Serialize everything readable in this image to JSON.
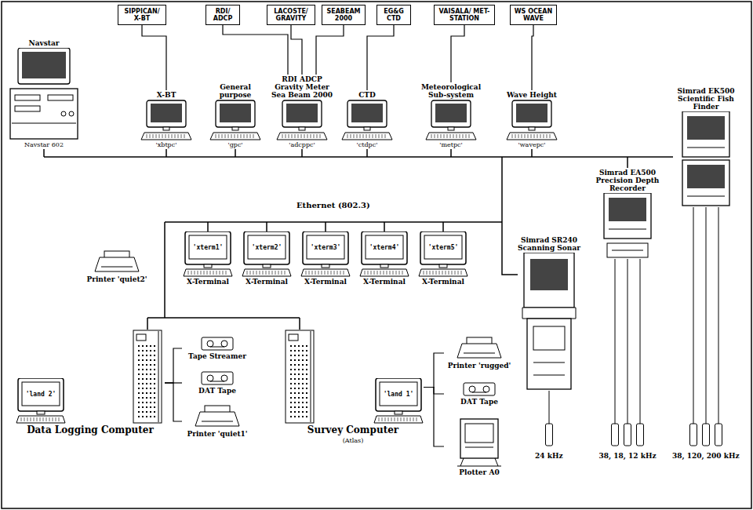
{
  "diagram": {
    "nodes": [
      {
        "text": [
          "SIPPICAN/ X-BT"
        ]
      },
      {
        "text": [
          "RDI/ ADCP"
        ]
      },
      {
        "text": [
          "LACOSTE/ GRAVITY"
        ]
      },
      {
        "text": [
          "SEABEAM 2000"
        ]
      },
      {
        "text": [
          "EG&G CTD"
        ]
      },
      {
        "text": [
          "VAISALA/ MET-STATION"
        ]
      },
      {
        "text": [
          "WS OCEAN WAVE"
        ]
      },
      {
        "text": [
          "Navstar",
          "Navstar 602"
        ]
      },
      {
        "text": [
          "X-BT",
          "'xbtpc'"
        ]
      },
      {
        "text": [
          "General purpose",
          "'gpc'"
        ]
      },
      {
        "text": [
          "RDI ADCP Gravity Meter Sea Beam 2000",
          "'adcppc'"
        ]
      },
      {
        "text": [
          "CTD",
          "'ctdpc'"
        ]
      },
      {
        "text": [
          "Meteorological Sub-system",
          "'metpc'"
        ]
      },
      {
        "text": [
          "Wave Height",
          "'wavepc'"
        ]
      },
      {
        "text": [
          "Simrad EK500 Scientific Fish Finder"
        ]
      },
      {
        "text": [
          "Simrad EA500 Precision Depth Recorder"
        ]
      },
      {
        "text": [
          "Simrad SR240 Scanning Sonar"
        ]
      },
      {
        "text": [
          "'xterm1'",
          "X-Terminal"
        ]
      },
      {
        "text": [
          "'xterm2'",
          "X-Terminal"
        ]
      },
      {
        "text": [
          "'xterm3'",
          "X-Terminal"
        ]
      },
      {
        "text": [
          "'xterm4'",
          "X-Terminal"
        ]
      },
      {
        "text": [
          "'xterm5'",
          "X-Terminal"
        ]
      },
      {
        "text": [
          "Printer 'quiet2'"
        ]
      },
      {
        "text": [
          "'land 2'",
          "Data Logging Computer"
        ]
      },
      {
        "text": [
          "Tape Streamer"
        ]
      },
      {
        "text": [
          "DAT Tape"
        ]
      },
      {
        "text": [
          "Printer 'quiet1'"
        ]
      },
      {
        "text": [
          "'land 1'",
          "Survey Computer",
          "(Atlas)"
        ]
      },
      {
        "text": [
          "Printer 'rugged'"
        ]
      },
      {
        "text": [
          "DAT Tape"
        ]
      },
      {
        "text": [
          "Plotter A0"
        ]
      }
    ],
    "edges": [
      {
        "from": 0,
        "to": 8,
        "arrow": "none"
      },
      {
        "from": 1,
        "to": 10,
        "arrow": "none"
      },
      {
        "from": 2,
        "to": 10,
        "arrow": "none"
      },
      {
        "from": 3,
        "to": 10,
        "arrow": "none"
      },
      {
        "from": 4,
        "to": 11,
        "arrow": "none"
      },
      {
        "from": 5,
        "to": 12,
        "arrow": "none"
      },
      {
        "from": 6,
        "to": 13,
        "arrow": "none"
      },
      {
        "from": 23,
        "to": 24,
        "arrow": "none"
      },
      {
        "from": 23,
        "to": 25,
        "arrow": "none"
      },
      {
        "from": 23,
        "to": 26,
        "arrow": "none"
      },
      {
        "from": 27,
        "to": 28,
        "arrow": "none"
      },
      {
        "from": 27,
        "to": 29,
        "arrow": "none"
      },
      {
        "from": 27,
        "to": 30,
        "arrow": "none"
      }
    ],
    "labels": [
      "Ethernet (802.3)",
      "24 kHz",
      "38, 18, 12 kHz",
      "38, 120, 200 kHz"
    ]
  }
}
